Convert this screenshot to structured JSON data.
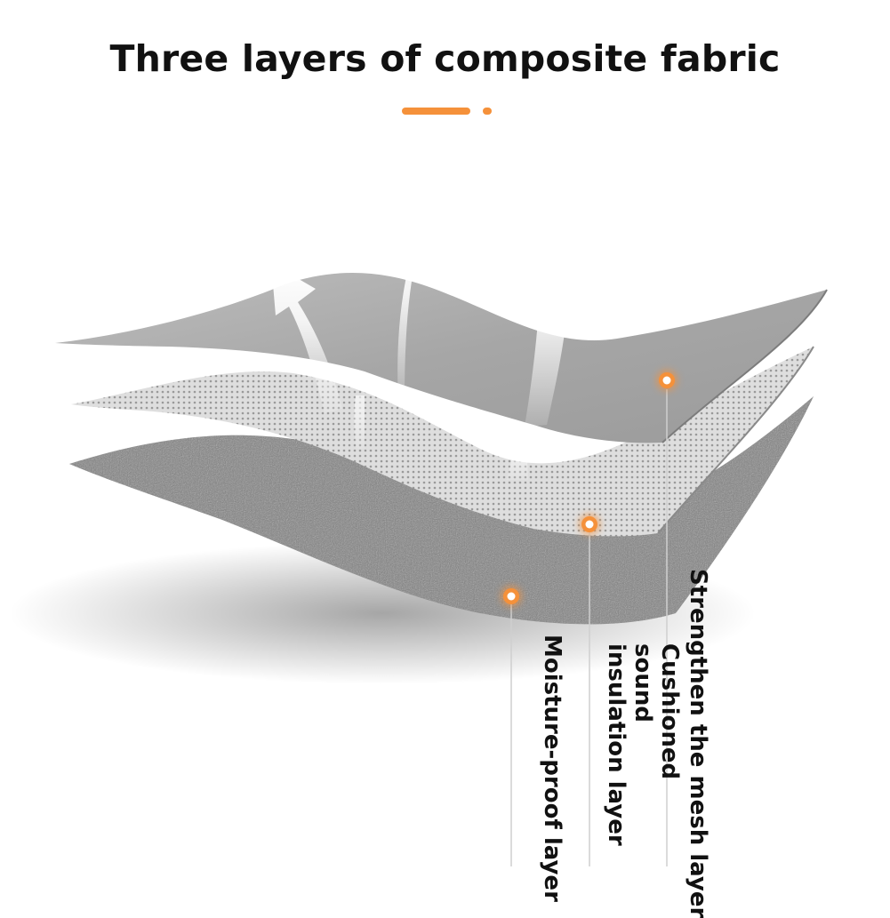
{
  "title": "Three layers of composite fabric",
  "colors": {
    "accent": "#f5913a",
    "text": "#111111",
    "top_layer": "#a8a8a8",
    "mesh_layer": "#d6d6d6",
    "bottom_layer": "#7c7c7c"
  },
  "icons": {
    "airflow": "arrow-up-icon",
    "marker": "orange-dot-icon"
  },
  "labels": {
    "moisture": "Moisture-proof layer",
    "cushion": "Cushioned sound insulation layer",
    "mesh": "Strengthen the mesh layer"
  }
}
